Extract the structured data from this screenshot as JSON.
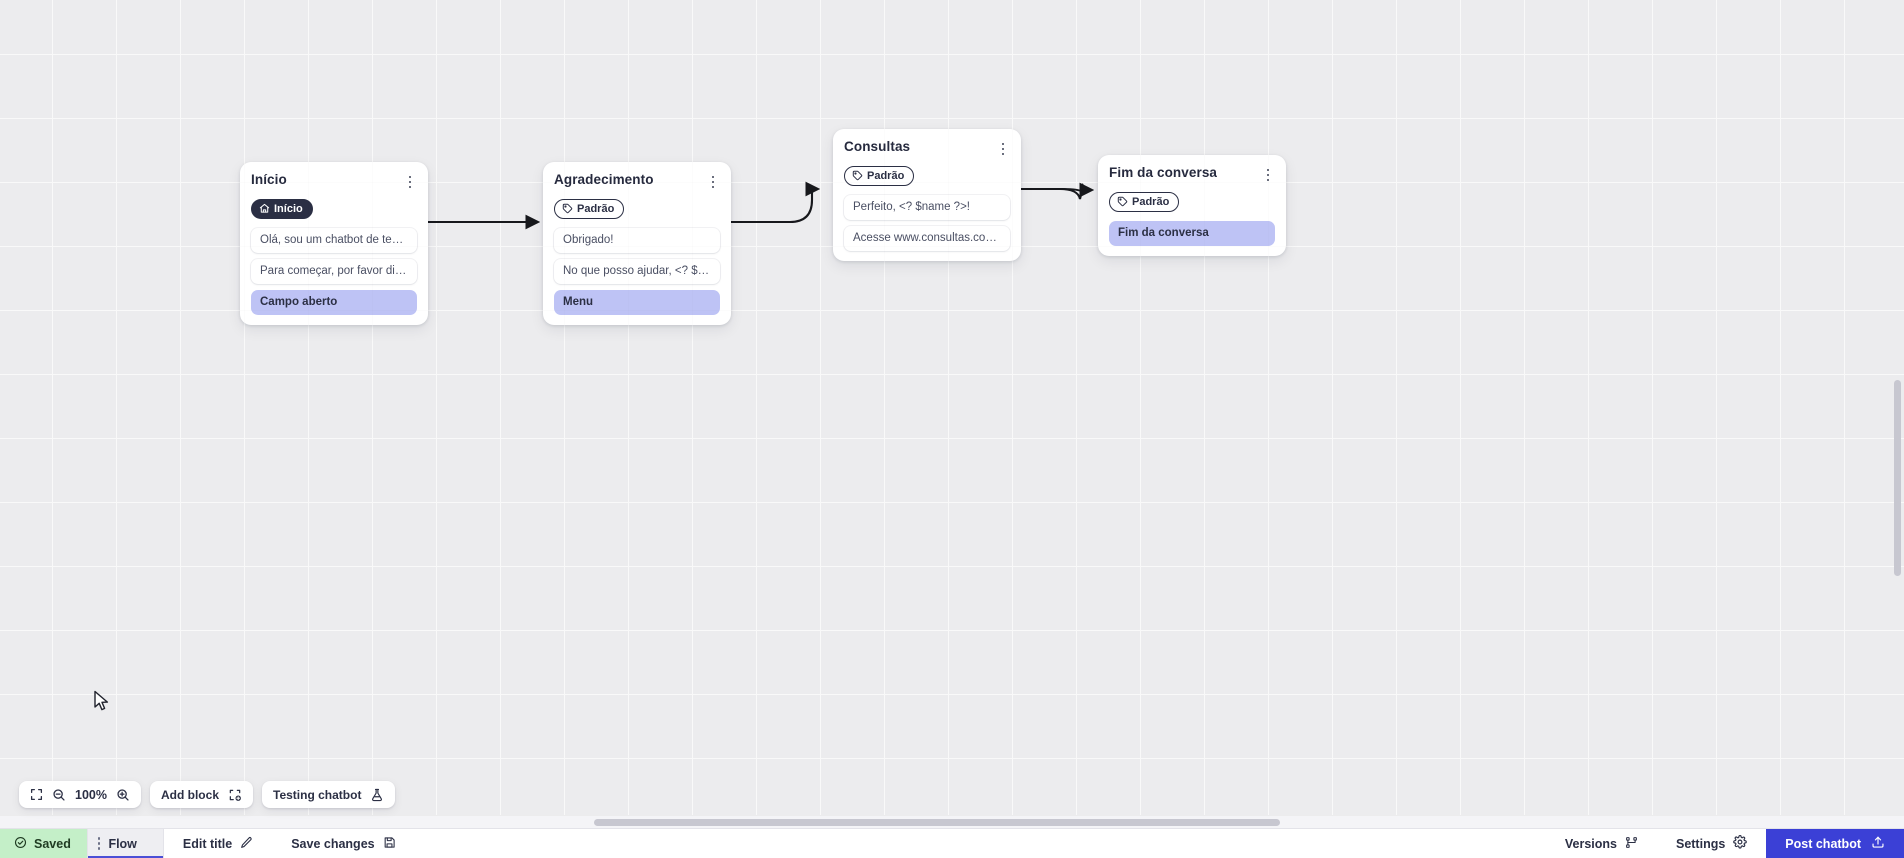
{
  "app": {
    "zoom_level": "100%"
  },
  "canvas": {
    "nodes": [
      {
        "id": "inicio",
        "title": "Início",
        "tag": {
          "label": "Início",
          "icon": "home-icon",
          "style": "dark"
        },
        "messages": [
          "Olá, sou um chatbot de teste!",
          "Para começar, por favor digite o ..."
        ],
        "action": "Campo aberto"
      },
      {
        "id": "agradecimento",
        "title": "Agradecimento",
        "tag": {
          "label": "Padrão",
          "icon": "tag-icon",
          "style": "outline"
        },
        "messages": [
          "Obrigado!",
          "No que posso ajudar, <? $name ..."
        ],
        "action": "Menu"
      },
      {
        "id": "consultas",
        "title": "Consultas",
        "tag": {
          "label": "Padrão",
          "icon": "tag-icon",
          "style": "outline"
        },
        "messages": [
          "Perfeito, <? $name ?>!",
          "Acesse www.consultas.com par..."
        ],
        "action": null
      },
      {
        "id": "fim-da-conversa",
        "title": "Fim da conversa",
        "tag": {
          "label": "Padrão",
          "icon": "tag-icon",
          "style": "outline"
        },
        "messages": [],
        "action": "Fim da conversa"
      }
    ]
  },
  "toolbar": {
    "fit_icon": "fit-screen-icon",
    "zoom_out_icon": "zoom-out-icon",
    "zoom_in_icon": "zoom-in-icon",
    "zoom_value": "100%",
    "add_block_label": "Add block",
    "add_block_icon": "add-block-icon",
    "testing_chatbot_label": "Testing chatbot",
    "testing_chatbot_icon": "flask-icon"
  },
  "statusbar": {
    "saved_label": "Saved",
    "saved_icon": "check-circle-icon",
    "tab_flow_label": "Flow",
    "drag_handle_icon": "drag-dots-icon",
    "edit_title_label": "Edit title",
    "edit_title_icon": "pencil-icon",
    "save_changes_label": "Save changes",
    "save_changes_icon": "floppy-disk-icon",
    "versions_label": "Versions",
    "versions_icon": "branch-icon",
    "settings_label": "Settings",
    "settings_icon": "gear-icon",
    "post_chatbot_label": "Post chatbot",
    "post_chatbot_icon": "upload-icon"
  },
  "colors": {
    "accent_blue": "#3b40d6",
    "action_block": "#bec3f5",
    "saved_green": "#c4efc8",
    "tag_dark": "#2b2f44"
  }
}
